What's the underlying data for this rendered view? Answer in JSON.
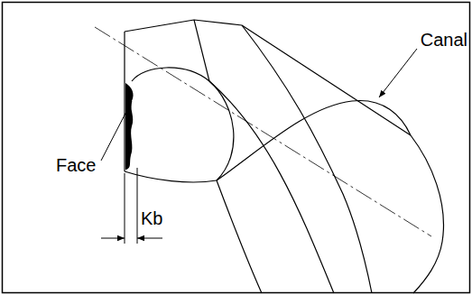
{
  "diagram": {
    "labels": [
      "Face",
      "Canal",
      "Kb"
    ]
  }
}
